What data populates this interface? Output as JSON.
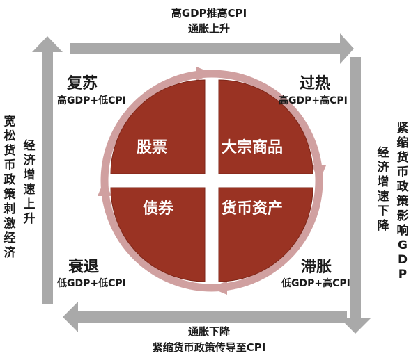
{
  "colors": {
    "quadrant": "#9a3323",
    "quadrant_edge": "#7d2618",
    "ring": "#d0a0a0",
    "arrow": "#a9a9a9",
    "arrow_head": "#999999",
    "text_light": "#ffffff",
    "text_dark": "#1a1a1a"
  },
  "top": {
    "line1": "高GDP推高CPI",
    "line2": "通胀上升"
  },
  "bottom": {
    "line1": "通胀下降",
    "line2": "紧缩货币政策传导至CPI"
  },
  "left": {
    "outer": "宽松货币政策刺激经济",
    "inner": "经济增速上升"
  },
  "right": {
    "outer": "紧缩货币政策影响GDP",
    "inner": "经济增速下降"
  },
  "phases": {
    "recovery": {
      "name": "复苏",
      "cond": "高GDP+低CPI",
      "asset": "股票"
    },
    "overheat": {
      "name": "过热",
      "cond": "高GDP+高CPI",
      "asset": "大宗商品"
    },
    "stagflation": {
      "name": "滞胀",
      "cond": "低GDP+高CPI",
      "asset": "货币资产"
    },
    "recession": {
      "name": "衰退",
      "cond": "低GDP+低CPI",
      "asset": "债券"
    }
  }
}
